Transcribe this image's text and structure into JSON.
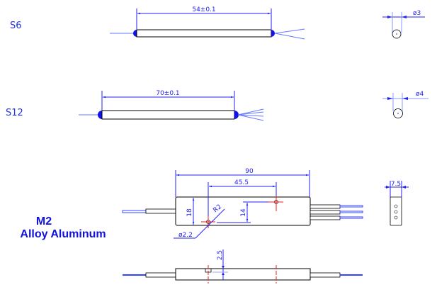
{
  "models": [
    {
      "name": "S6",
      "length_dim": "54±0.1",
      "diameter_dim": "ø3"
    },
    {
      "name": "S12",
      "length_dim": "70±0.1",
      "diameter_dim": "ø4"
    },
    {
      "name": "M2",
      "material": "Alloy Aluminum",
      "dims": {
        "length": "90",
        "hole_offset": "45.5",
        "height": "18",
        "hole_height": "14",
        "radius": "R2",
        "hole_dia": "ø2.2",
        "width": "7.5",
        "depth": "2.5"
      }
    }
  ],
  "colors": {
    "dimension": "#2222ee",
    "outline": "#000000",
    "center": "#ee2222",
    "fiber": "#3344ff"
  }
}
